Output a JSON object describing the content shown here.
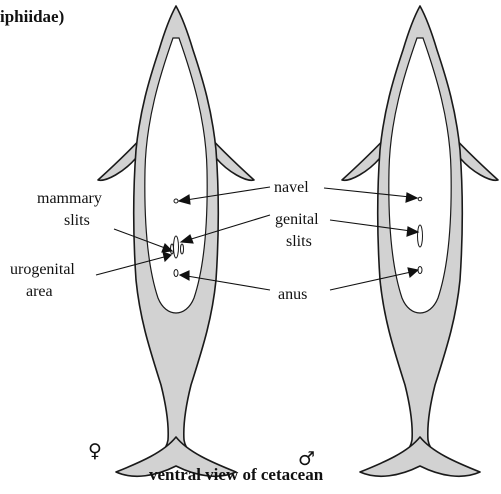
{
  "title_fragment": "iphiidae)",
  "caption": "ventral view of cetacean",
  "female_symbol": "♀",
  "male_symbol": "♂",
  "labels": {
    "mammary_slits": [
      "mammary",
      "slits"
    ],
    "urogenital_area": [
      "urogenital",
      "area"
    ],
    "navel": "navel",
    "genital_slits": [
      "genital",
      "slits"
    ],
    "anus": "anus"
  },
  "colors": {
    "body_fill": "#d2d2d2",
    "belly_fill": "#ffffff",
    "outline": "#1a1a1a"
  }
}
